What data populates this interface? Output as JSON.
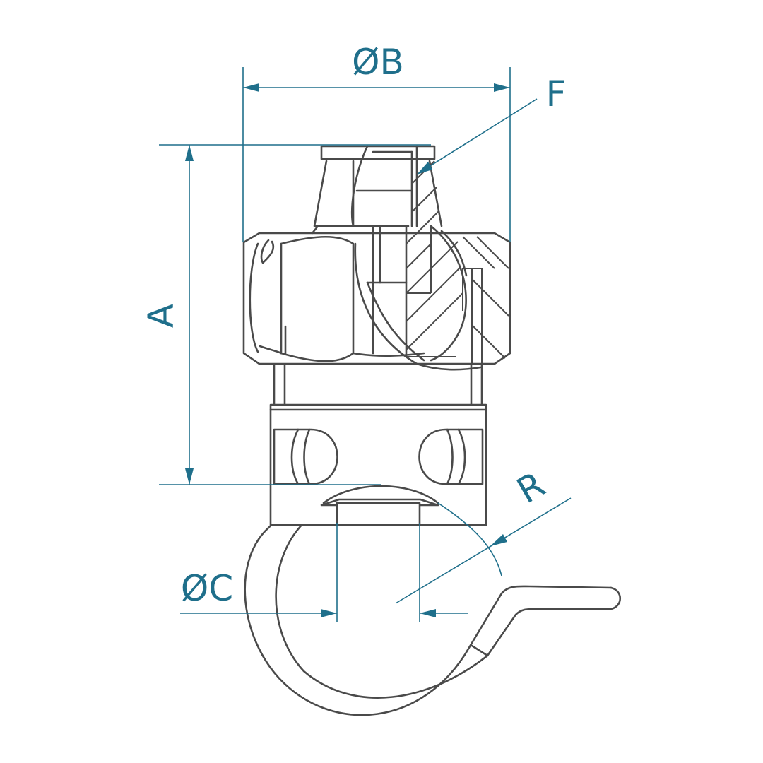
{
  "colors": {
    "dimension": "#1f6f8b",
    "outline": "#4a4a4a",
    "background": "#ffffff"
  },
  "dimensions": {
    "A": "A",
    "B": "ØB",
    "C": "ØC",
    "F": "F",
    "R": "R"
  }
}
